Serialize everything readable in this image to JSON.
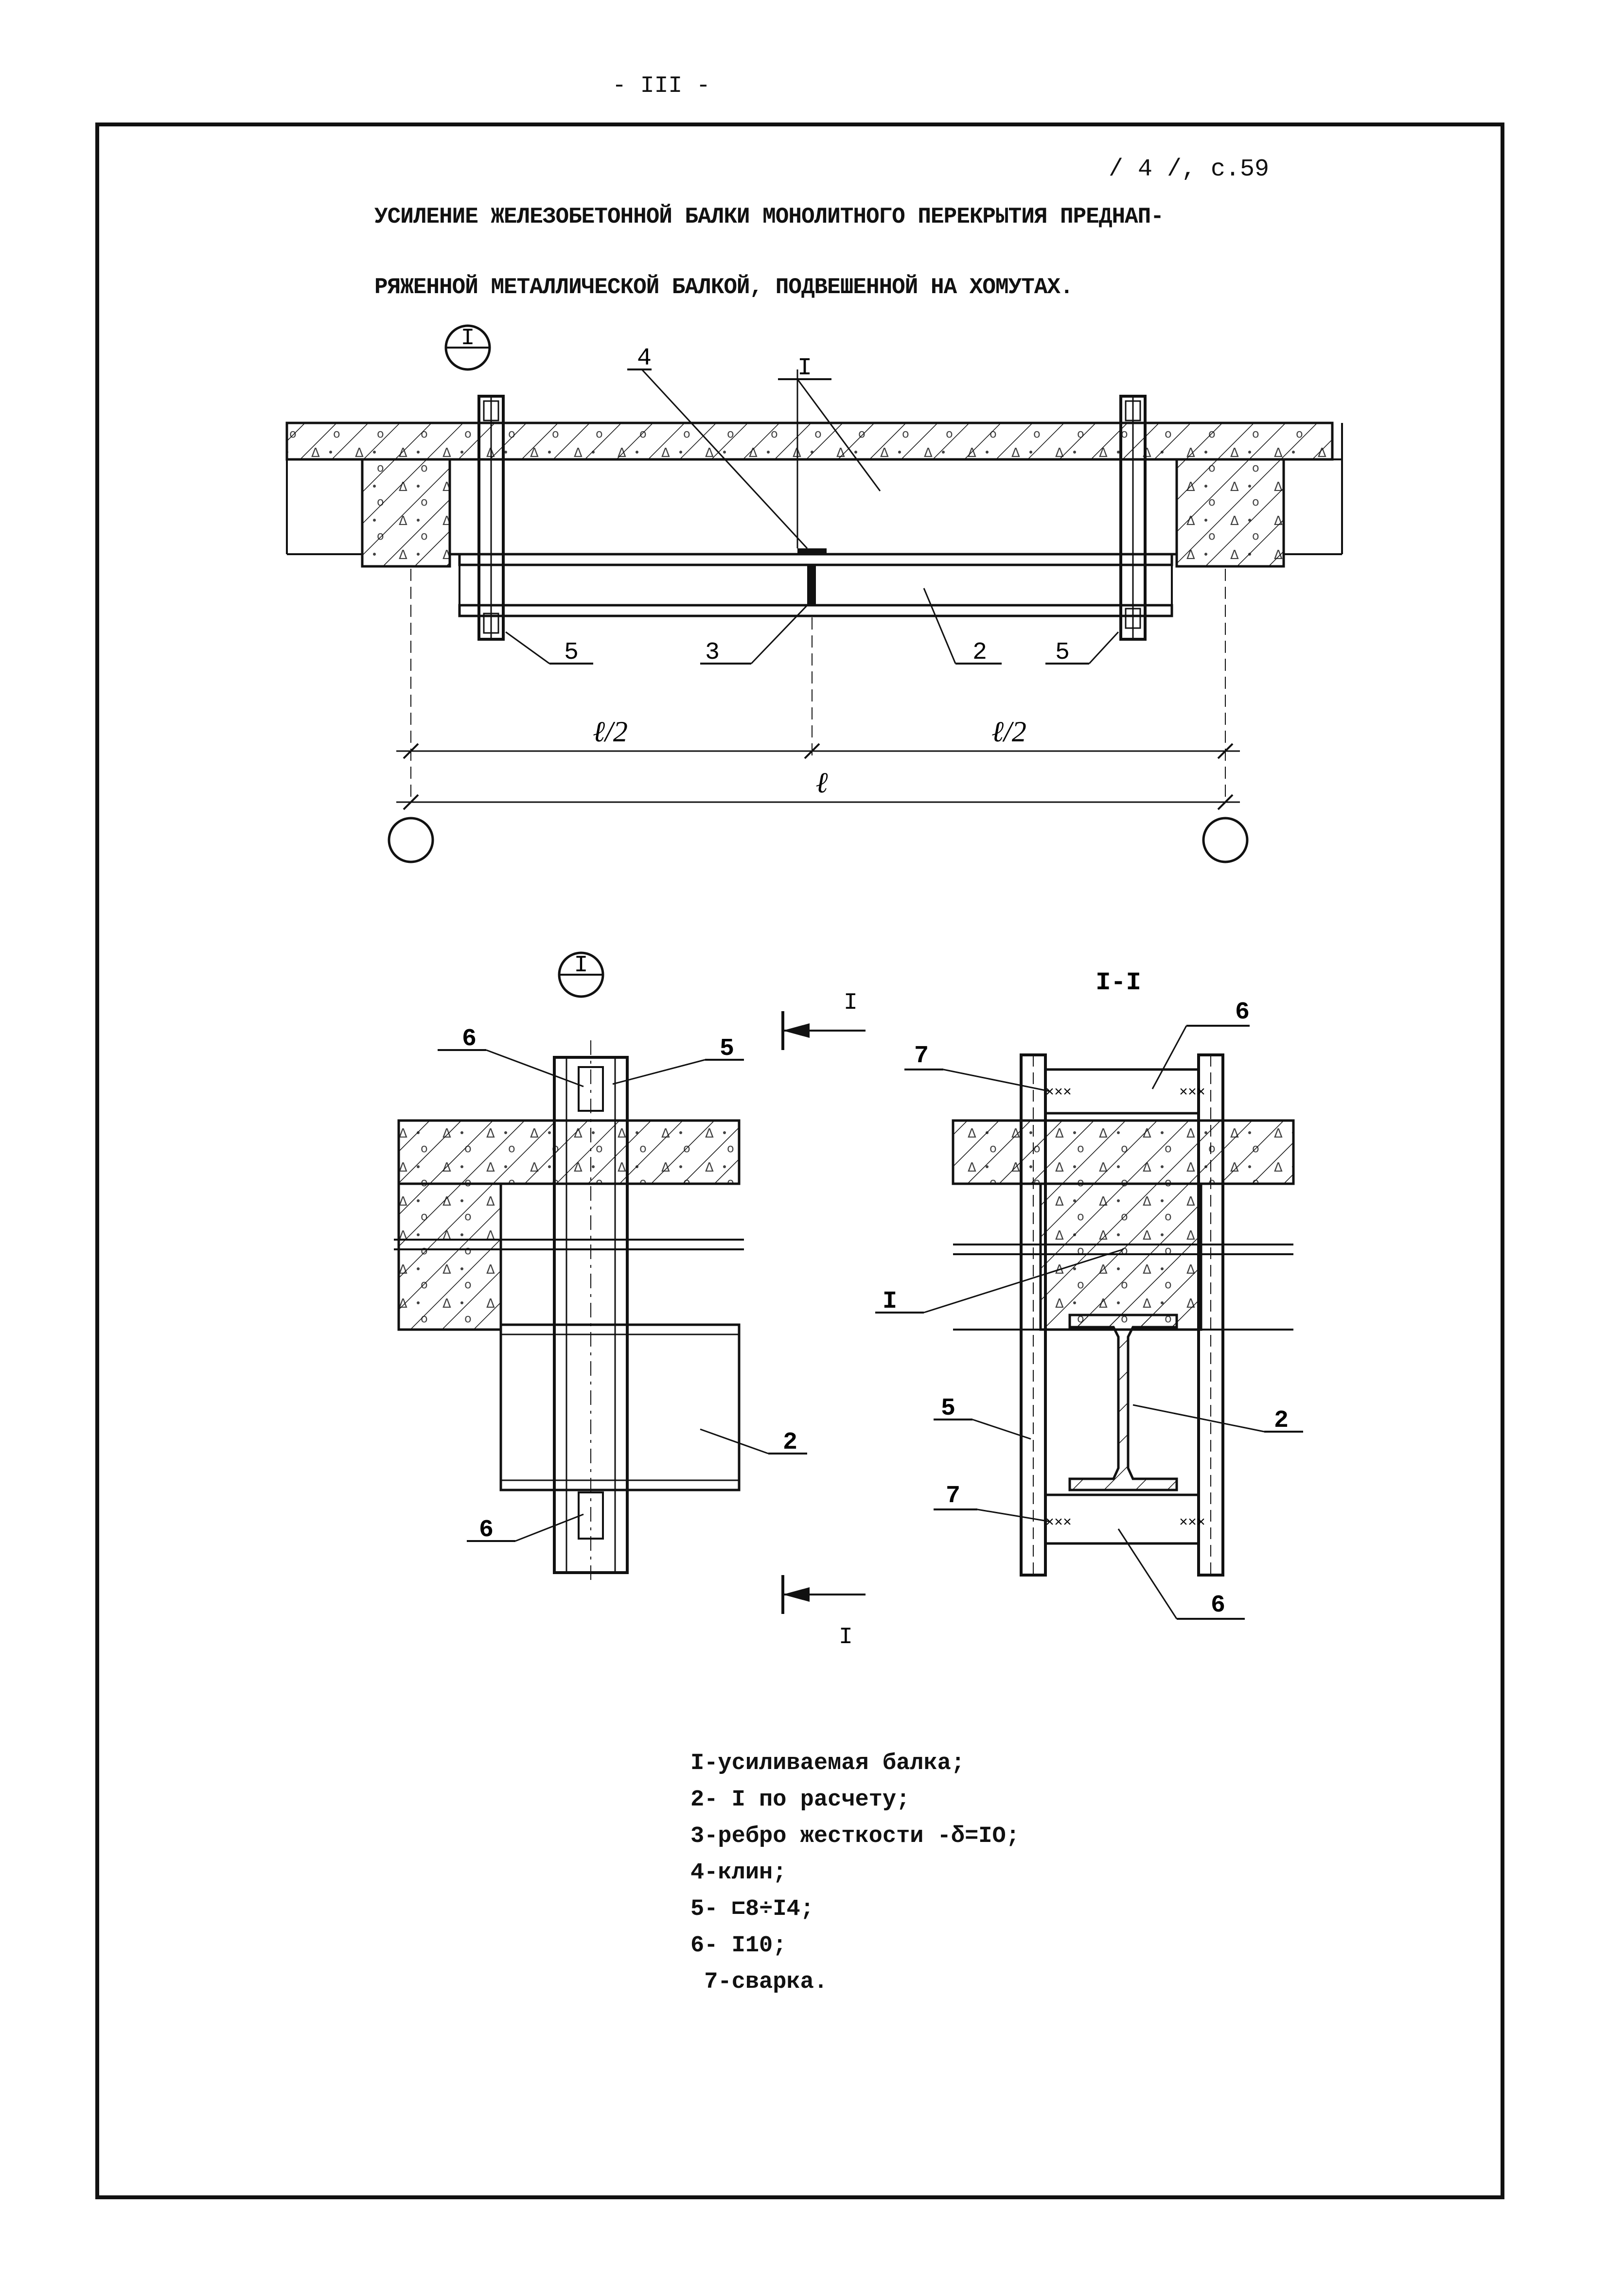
{
  "page_number": "- III -",
  "reference": "/ 4 /, с.59",
  "title": {
    "line1": "УСИЛЕНИЕ ЖЕЛЕЗОБЕТОННОЙ БАЛКИ МОНОЛИТНОГО ПЕРЕКРЫТИЯ ПРЕДНАП-",
    "line2": "РЯЖЕННОЙ МЕТАЛЛИЧЕСКОЙ БАЛКОЙ, ПОДВЕШЕННОЙ НА ХОМУТАХ."
  },
  "elevation": {
    "node_mark": "I",
    "callouts": {
      "c1": "I",
      "c2": "2",
      "c3": "3",
      "c4": "4",
      "c5a": "5",
      "c5b": "5"
    },
    "dims": {
      "half_left": "ℓ/2",
      "half_right": "ℓ/2",
      "span": "ℓ"
    }
  },
  "node": {
    "mark": "I",
    "callouts": {
      "c5": "5",
      "c6a": "6",
      "c6b": "6",
      "c2": "2"
    },
    "cut_top": "I",
    "cut_bottom": "I"
  },
  "section": {
    "title": "I-I",
    "callouts": {
      "c6a": "6",
      "c7a": "7",
      "c1": "I",
      "c5": "5",
      "c2": "2",
      "c7b": "7",
      "c6b": "6"
    }
  },
  "legend": [
    "I-усиливаемая балка;",
    "2- I по расчету;",
    "3-ребро жесткости -δ=IO;",
    "4-клин;",
    "5- ⊏8÷I4;",
    "6- I10;",
    " 7-сварка."
  ]
}
